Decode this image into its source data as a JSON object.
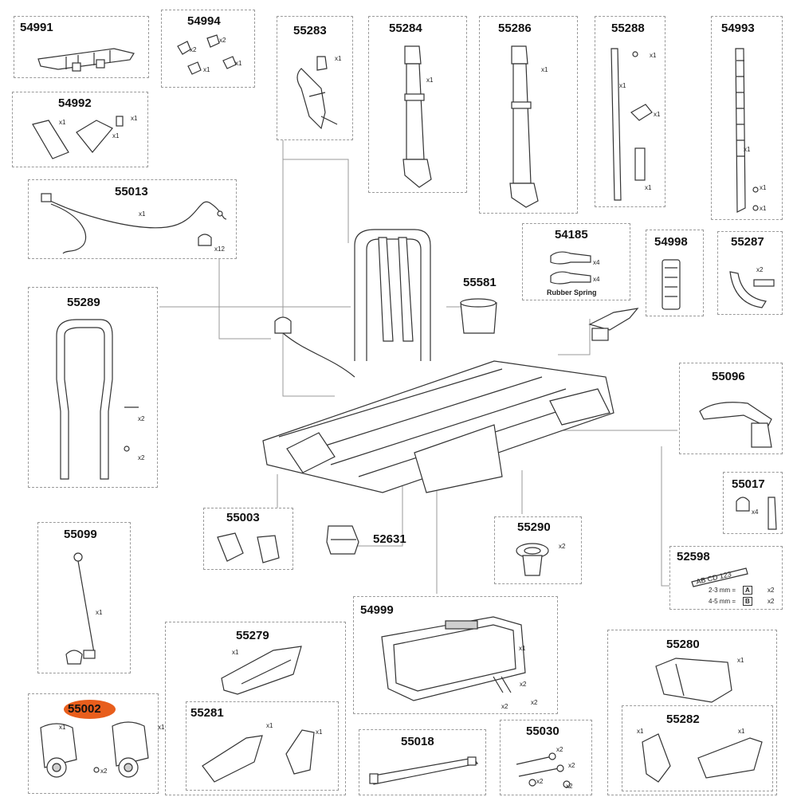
{
  "parts": {
    "p54991": "54991",
    "p54994": "54994",
    "p55283": "55283",
    "p55284": "55284",
    "p55286": "55286",
    "p55288": "55288",
    "p54993": "54993",
    "p54992": "54992",
    "p55013": "55013",
    "p55289": "55289",
    "p54185": "54185",
    "p54998": "54998",
    "p55287": "55287",
    "p55581": "55581",
    "p55096": "55096",
    "p55017": "55017",
    "p55003": "55003",
    "p52631": "52631",
    "p55290": "55290",
    "p52598": "52598",
    "p55099": "55099",
    "p54999": "54999",
    "p55279": "55279",
    "p55280": "55280",
    "p55002": "55002",
    "p55281": "55281",
    "p55282": "55282",
    "p55018": "55018",
    "p55030": "55030"
  },
  "quantities": {
    "x1": "x1",
    "x2": "x2",
    "x4": "x4",
    "x12": "x12"
  },
  "labels": {
    "rubber_spring": "Rubber Spring",
    "plate_text": "AB CD 123",
    "mm_a": "2-3 mm =",
    "mm_b": "4-5 mm =",
    "a": "A",
    "b": "B"
  },
  "colors": {
    "highlight": "#e85e1c",
    "box_border": "#9a9a9a"
  }
}
